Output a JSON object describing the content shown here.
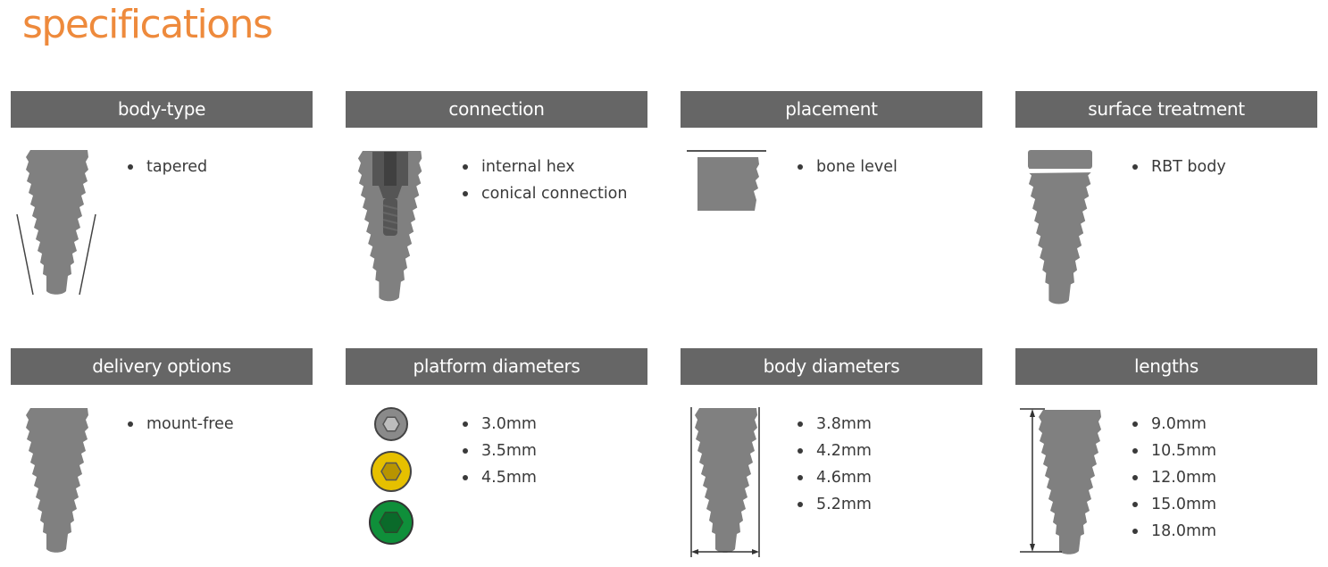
{
  "page": {
    "title": "specifications"
  },
  "colors": {
    "title": "#ee8a3c",
    "header_bg": "#666666",
    "header_text": "#ffffff",
    "implant": "#808080",
    "platform_small": "#8a8a8a",
    "platform_medium": "#e6c000",
    "platform_large": "#0f8f3a"
  },
  "cards": [
    {
      "title": "body-type",
      "icon": "tapered-implant-icon",
      "items": [
        "tapered"
      ]
    },
    {
      "title": "connection",
      "icon": "internal-hex-implant-icon",
      "items": [
        "internal hex",
        "conical connection"
      ]
    },
    {
      "title": "placement",
      "icon": "bone-level-implant-icon",
      "items": [
        "bone level"
      ]
    },
    {
      "title": "surface treatment",
      "icon": "rbt-surface-implant-icon",
      "items": [
        "RBT body"
      ]
    },
    {
      "title": "delivery options",
      "icon": "mount-free-implant-icon",
      "items": [
        "mount-free"
      ]
    },
    {
      "title": "platform diameters",
      "icon": "platform-hex-icons",
      "items": [
        "3.0mm",
        "3.5mm",
        "4.5mm"
      ]
    },
    {
      "title": "body diameters",
      "icon": "body-diameter-implant-icon",
      "items": [
        "3.8mm",
        "4.2mm",
        "4.6mm",
        "5.2mm"
      ]
    },
    {
      "title": "lengths",
      "icon": "length-implant-icon",
      "items": [
        "9.0mm",
        "10.5mm",
        "12.0mm",
        "15.0mm",
        "18.0mm"
      ]
    }
  ]
}
